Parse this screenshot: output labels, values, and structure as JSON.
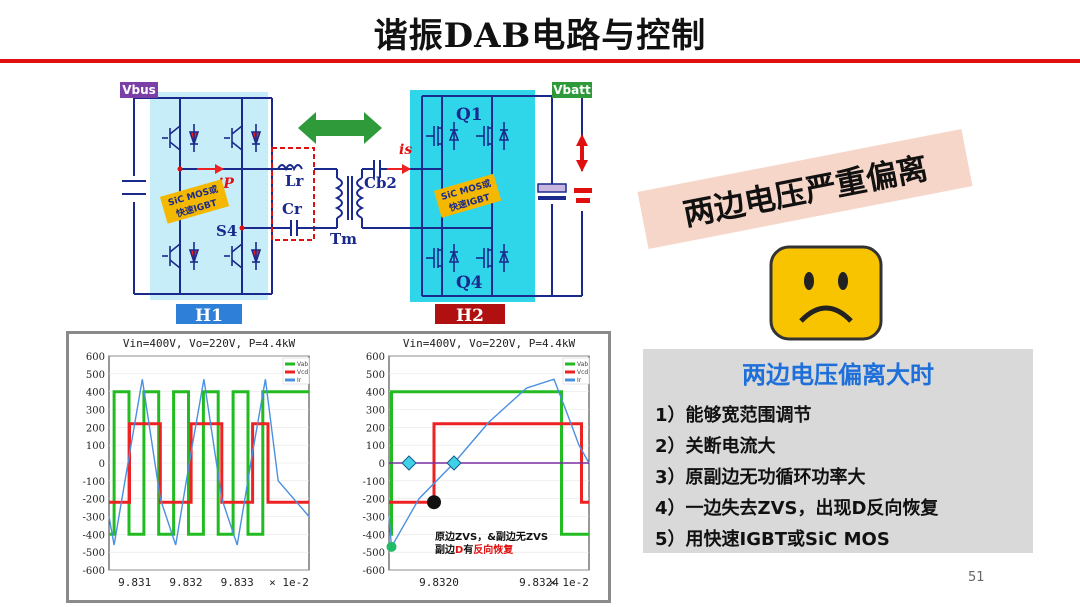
{
  "title": "谐振DAB电路与控制",
  "circuit": {
    "vbus": "Vbus",
    "vbatt": "Vbatt",
    "h1": "H1",
    "h2": "H2",
    "lr": "Lr",
    "cr": "Cr",
    "cb2": "Cb2",
    "tm": "Tm",
    "s4": "S4",
    "q1": "Q1",
    "q4": "Q4",
    "ip": "iP",
    "is": "is",
    "tag_left": [
      "SiC MOS或",
      "快速IGBT"
    ],
    "tag_right": [
      "SiC MOS或",
      "快速IGBT"
    ],
    "colors": {
      "bridge_fill": "#c7eef8",
      "h2_fill": "#2fd6ea",
      "wire": "#1a2a8c",
      "h1_label": "#2e7fd8",
      "h2_label": "#b01010",
      "arrow": "#2e9a3a"
    }
  },
  "banner": "两边电压严重偏离",
  "panel": {
    "heading": "两边电压偏离大时",
    "items": [
      "1）能够宽范围调节",
      "2）关断电流大",
      "3）原副边无功循环功率大",
      "4）一边失去ZVS，出现D反向恢复",
      "5）用快速IGBT或SiC MOS"
    ]
  },
  "page_number": "51",
  "chart_data": [
    {
      "type": "line",
      "title": "Vin=400V, Vo=220V, P=4.4kW",
      "xlim": [
        9.8305,
        9.8344
      ],
      "ylim": [
        -600,
        600
      ],
      "yticks": [
        600,
        500,
        400,
        300,
        200,
        100,
        0,
        -100,
        -200,
        -300,
        -400,
        -500,
        -600
      ],
      "xticks": [
        "9.831",
        "9.832",
        "9.833"
      ],
      "xscale_label": "× 1e-2",
      "legend": [
        "Vab",
        "Vcd",
        "Ir"
      ],
      "legend_placement": "top-right",
      "series": [
        {
          "name": "Vab",
          "color": "#22bb22",
          "x": [
            9.8305,
            9.8306,
            9.8306,
            9.83089,
            9.83089,
            9.83118,
            9.83118,
            9.83147,
            9.83147,
            9.83176,
            9.83176,
            9.83205,
            9.83205,
            9.83234,
            9.83234,
            9.83263,
            9.83263,
            9.83292,
            9.83292,
            9.83321,
            9.83321,
            9.8335,
            9.8335,
            9.8344
          ],
          "values": [
            -400,
            -400,
            400,
            400,
            -400,
            -400,
            400,
            400,
            -400,
            -400,
            400,
            400,
            -400,
            -400,
            400,
            400,
            -400,
            -400,
            400,
            400,
            -400,
            -400,
            400,
            400
          ]
        },
        {
          "name": "Vcd",
          "color": "#ee2222",
          "x": [
            9.8305,
            9.8309,
            9.8309,
            9.8312,
            9.8312,
            9.8315,
            9.8315,
            9.8318,
            9.8318,
            9.8321,
            9.8321,
            9.8324,
            9.8324,
            9.8327,
            9.8327,
            9.833,
            9.833,
            9.8333,
            9.8333,
            9.8336,
            9.8336,
            9.8344
          ],
          "values": [
            -220,
            -220,
            220,
            220,
            220,
            220,
            -220,
            -220,
            -220,
            -220,
            220,
            220,
            220,
            220,
            -220,
            -220,
            -220,
            -220,
            220,
            220,
            -220,
            -220
          ]
        },
        {
          "name": "Ir",
          "color": "#4a90e0",
          "x": [
            9.8305,
            9.8306,
            9.8309,
            9.83115,
            9.8315,
            9.8318,
            9.8321,
            9.83235,
            9.8327,
            9.833,
            9.8333,
            9.83355,
            9.8338,
            9.8344
          ],
          "values": [
            -300,
            -460,
            50,
            470,
            -200,
            -460,
            60,
            470,
            -200,
            -460,
            60,
            470,
            -100,
            -300
          ]
        }
      ]
    },
    {
      "type": "line",
      "title": "Vin=400V, Vo=220V, P=4.4kW",
      "xlim": [
        9.8318,
        9.8326
      ],
      "ylim": [
        -600,
        600
      ],
      "yticks": [
        600,
        500,
        400,
        300,
        200,
        100,
        0,
        -100,
        -200,
        -300,
        -400,
        -500,
        -600
      ],
      "xticks": [
        "9.8320",
        "9.8324"
      ],
      "xscale_label": "× 1e-2",
      "legend": [
        "Vab",
        "Vcd",
        "Ir"
      ],
      "legend_placement": "top-right",
      "annotation": [
        "原边ZVS，&副边无ZVS",
        "副边",
        "D",
        "有",
        "反向恢复"
      ],
      "series": [
        {
          "name": "Vab",
          "color": "#22bb22",
          "x": [
            9.8318,
            9.83181,
            9.83181,
            9.83249,
            9.83249,
            9.8326
          ],
          "values": [
            -400,
            -400,
            400,
            400,
            -400,
            -400
          ]
        },
        {
          "name": "Vcd",
          "color": "#ee2222",
          "x": [
            9.8318,
            9.83198,
            9.83198,
            9.83257,
            9.83257,
            9.8326
          ],
          "values": [
            -220,
            -220,
            220,
            220,
            -220,
            -220
          ]
        },
        {
          "name": "Ir",
          "color": "#4a90e0",
          "x": [
            9.8318,
            9.83181,
            9.83192,
            9.83206,
            9.8322,
            9.83235,
            9.83246,
            9.83252,
            9.83256,
            9.8326
          ],
          "values": [
            -300,
            -470,
            -200,
            0,
            230,
            420,
            470,
            250,
            100,
            0
          ]
        },
        {
          "name": "zero",
          "color": "#7b2fa0",
          "x": [
            9.8318,
            9.8326
          ],
          "values": [
            0,
            0
          ]
        }
      ],
      "markers": [
        {
          "shape": "diamond",
          "color": "#40d0e8",
          "x": 9.83188,
          "y": 0
        },
        {
          "shape": "diamond",
          "color": "#40d0e8",
          "x": 9.83206,
          "y": 0
        },
        {
          "shape": "circle",
          "color": "#111111",
          "x": 9.83198,
          "y": -220
        },
        {
          "shape": "circle",
          "color": "#22bb66",
          "x": 9.83181,
          "y": -470
        }
      ]
    }
  ]
}
